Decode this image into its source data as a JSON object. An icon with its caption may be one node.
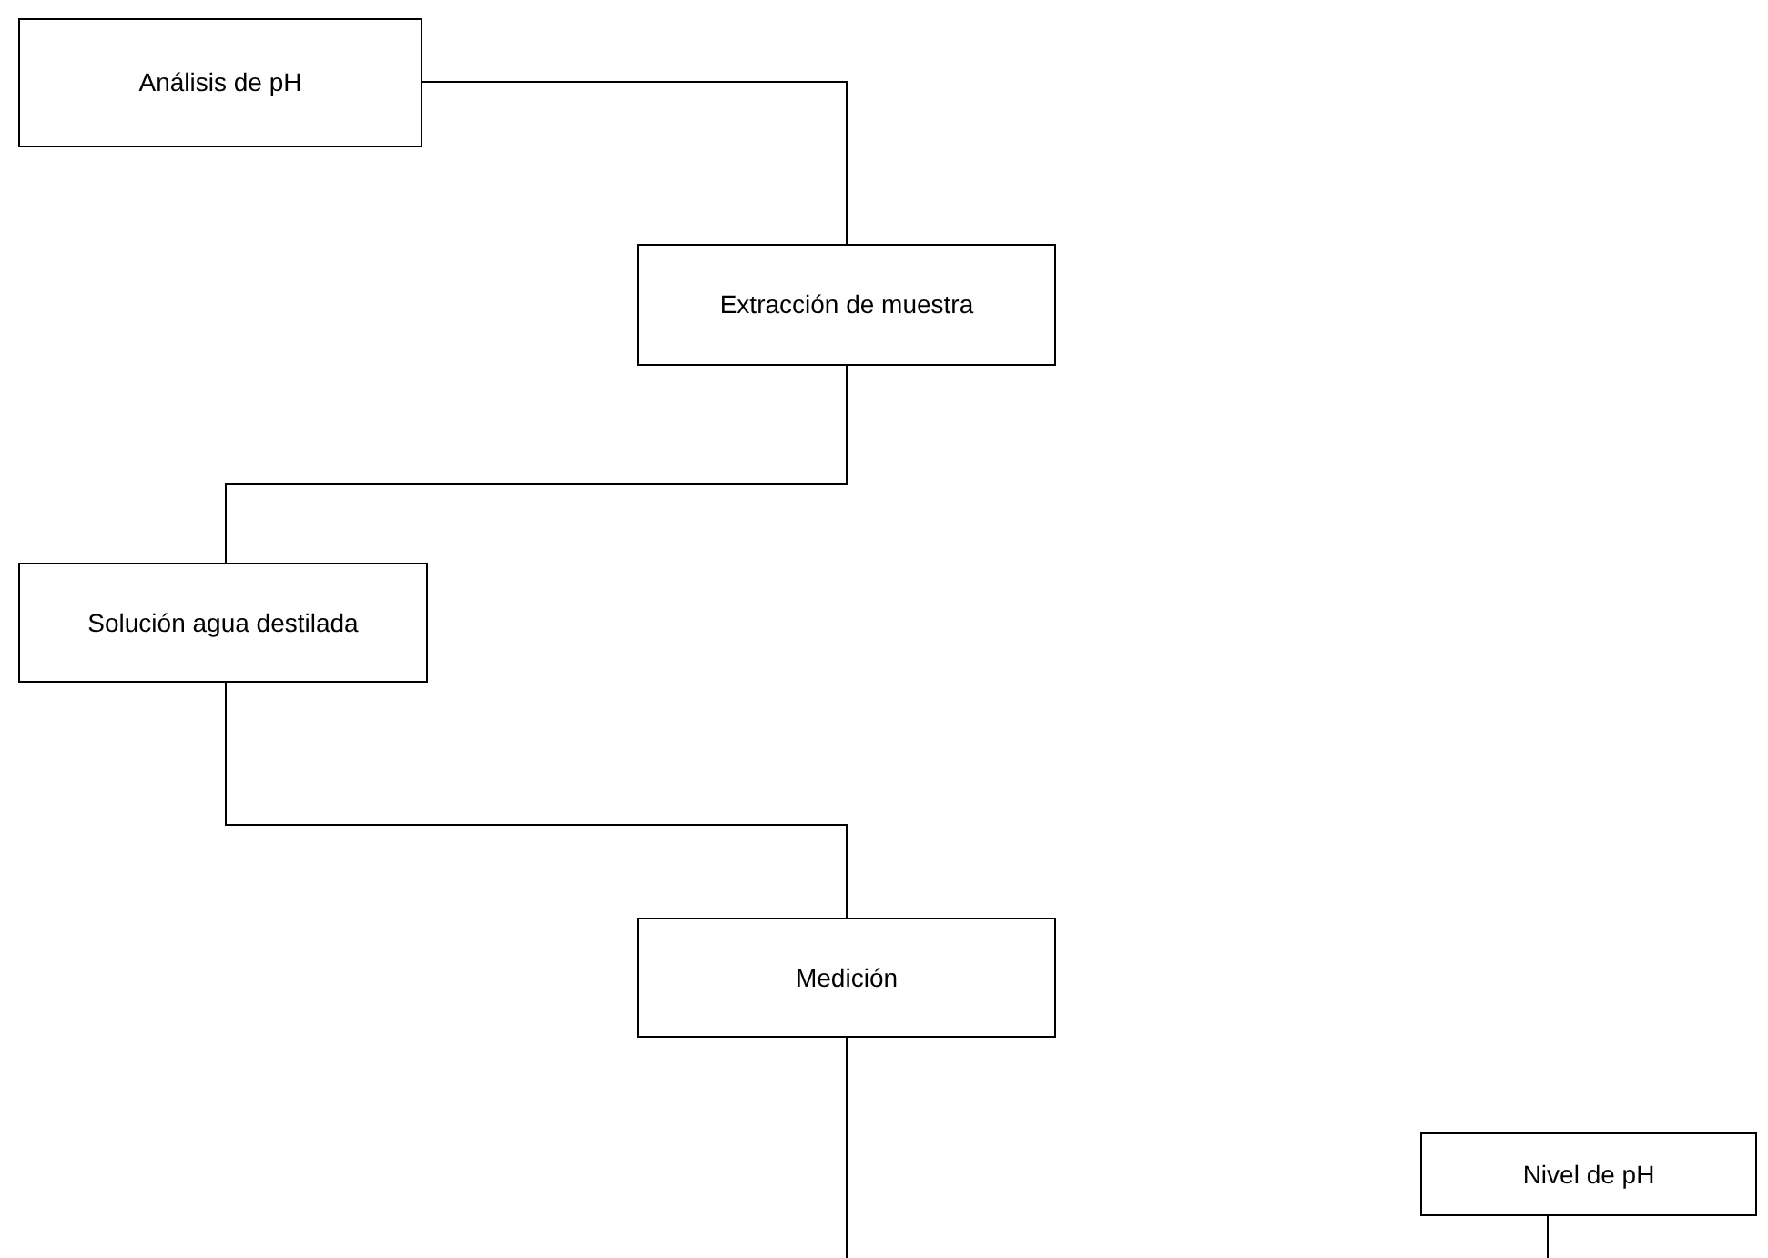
{
  "diagram": {
    "nodes": [
      {
        "text": [
          "Análisis de pH"
        ]
      },
      {
        "text": [
          "Extracción de muestra"
        ]
      },
      {
        "text": [
          "Solución agua destilada"
        ]
      },
      {
        "text": [
          "Medición"
        ]
      },
      {
        "text": [
          "Nivel de pH"
        ]
      }
    ],
    "edges": [
      {
        "from": 0,
        "to": 1,
        "arrow": "none"
      },
      {
        "from": 1,
        "to": 2,
        "arrow": "none"
      },
      {
        "from": 2,
        "to": 3,
        "arrow": "none"
      },
      {
        "from": 3,
        "to": null,
        "arrow": "none"
      },
      {
        "from": 4,
        "to": null,
        "arrow": "none"
      }
    ]
  }
}
